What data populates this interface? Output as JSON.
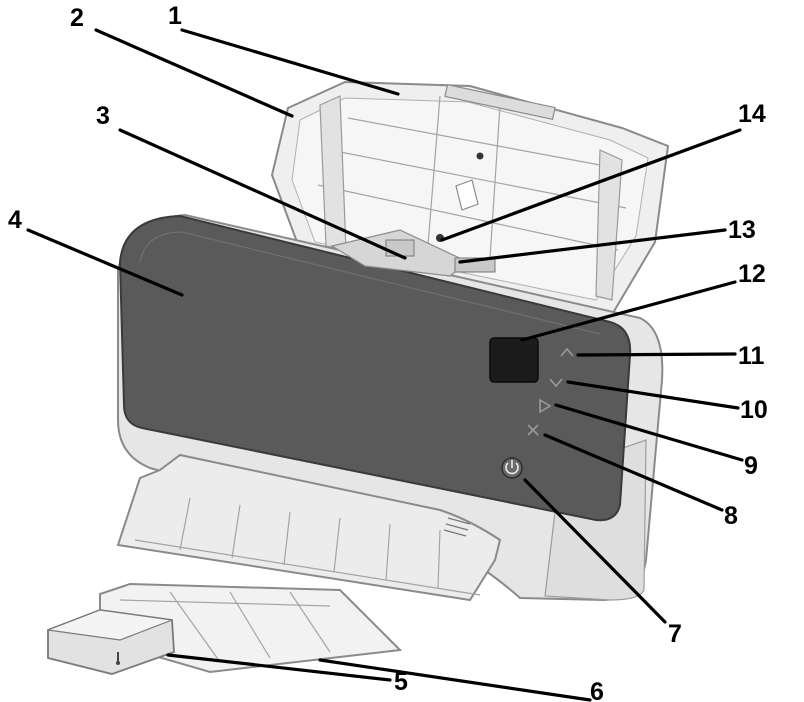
{
  "callouts": [
    {
      "id": 1,
      "label": "1"
    },
    {
      "id": 2,
      "label": "2"
    },
    {
      "id": 3,
      "label": "3"
    },
    {
      "id": 4,
      "label": "4"
    },
    {
      "id": 5,
      "label": "5"
    },
    {
      "id": 6,
      "label": "6"
    },
    {
      "id": 7,
      "label": "7"
    },
    {
      "id": 8,
      "label": "8"
    },
    {
      "id": 9,
      "label": "9"
    },
    {
      "id": 10,
      "label": "10"
    },
    {
      "id": 11,
      "label": "11"
    },
    {
      "id": 12,
      "label": "12"
    },
    {
      "id": 13,
      "label": "13"
    },
    {
      "id": 14,
      "label": "14"
    }
  ],
  "colors": {
    "scanner_body": "#e6e6e6",
    "front_panel": "#5a5a5a",
    "display": "#1c1c1c",
    "tray": "#ececec",
    "label_text": "#000000"
  },
  "icons": [
    "up-arrow-icon",
    "down-arrow-icon",
    "start-icon",
    "stop-icon",
    "power-icon"
  ]
}
